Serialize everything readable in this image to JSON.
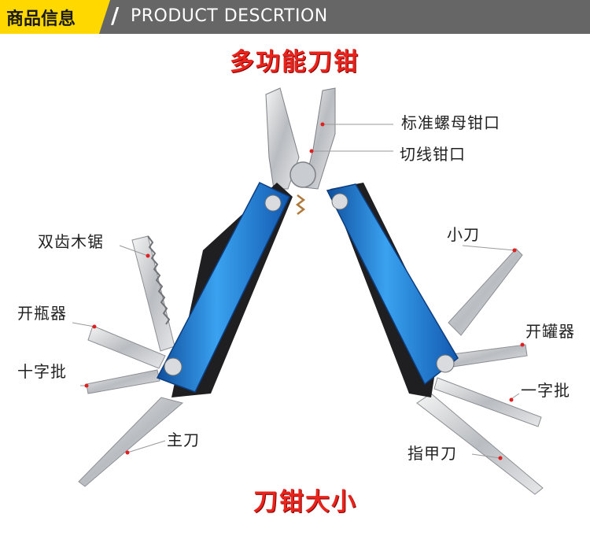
{
  "header": {
    "title_cn": "商品信息",
    "slash": "/",
    "title_en": "PRODUCT DESCRTION"
  },
  "titles": {
    "top": "多功能刀钳",
    "bottom": "刀钳大小"
  },
  "labels": {
    "standard_nut_jaw": "标准螺母钳口",
    "wire_cutter": "切线钳口",
    "double_tooth_saw": "双齿木锯",
    "small_knife": "小刀",
    "bottle_opener": "开瓶器",
    "can_opener": "开罐器",
    "phillips_screwdriver": "十字批",
    "flat_screwdriver": "一字批",
    "main_knife": "主刀",
    "nail_file": "指甲刀"
  },
  "colors": {
    "header_bg": "#666666",
    "header_accent": "#ffd800",
    "title_red": "#e8241c",
    "handle_blue": "#1f7fd8",
    "pointer_dot": "#e02020"
  }
}
